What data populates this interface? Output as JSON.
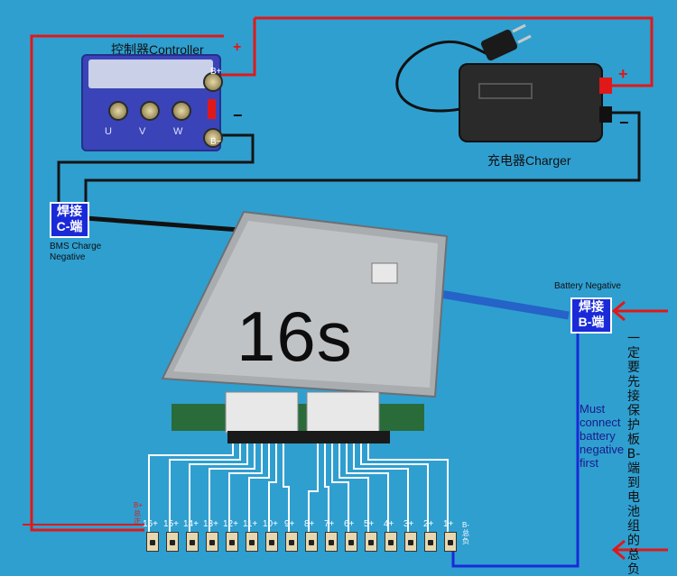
{
  "controller": {
    "label": "控制器Controller",
    "plus": "+",
    "minus": "−",
    "b_plus": "B+",
    "b_minus": "B−",
    "phases": [
      "U",
      "V",
      "W"
    ]
  },
  "charger": {
    "label": "充电器Charger",
    "plus": "+",
    "minus": "−"
  },
  "weld_c": {
    "line1": "焊接",
    "line2": "C-端"
  },
  "weld_b": {
    "line1": "焊接",
    "line2": "B-端"
  },
  "bms_charge_negative": {
    "line1": "BMS Charge",
    "line2": "Negative"
  },
  "battery_negative": "Battery Negative",
  "board_label": "16s",
  "must_connect": {
    "line1": "Must",
    "line2": "connect",
    "line3": "battery",
    "line4": "negative",
    "line5": "first"
  },
  "vertical_note": "一定要先接保护板B-端到电池组的总负上",
  "b_plus_total": {
    "line1": "B+",
    "line2": "总",
    "line3": "正"
  },
  "b_minus_total": {
    "line1": "B-",
    "line2": "总",
    "line3": "负"
  },
  "cell_labels": [
    "16+",
    "15+",
    "14+",
    "13+",
    "12+",
    "11+",
    "10+",
    "9+",
    "8+",
    "7+",
    "6+",
    "5+",
    "4+",
    "3+",
    "2+",
    "1+"
  ],
  "colors": {
    "background": "#2f9fd0",
    "positive_wire": "#e01818",
    "negative_wire": "#141414",
    "balance_wire": "#ffffff",
    "b_minus_wire": "#1a2ad8",
    "weld_tag": "#1a2ad8"
  }
}
